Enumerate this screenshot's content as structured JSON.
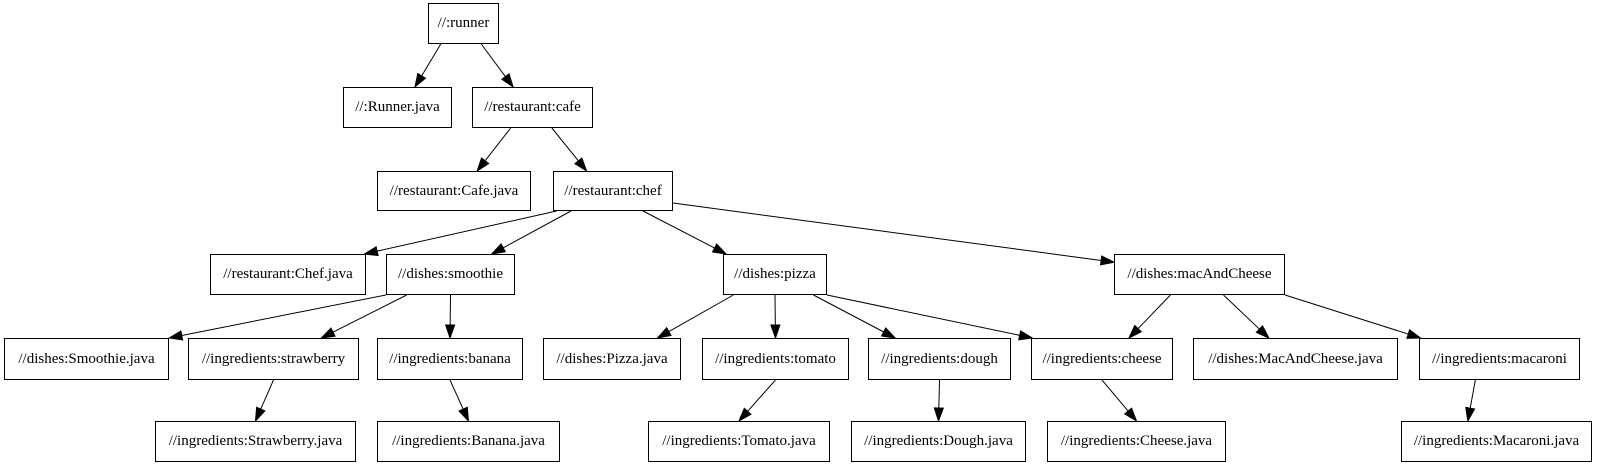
{
  "diagram": {
    "kind": "dependency-graph",
    "colors": {
      "background": "#ffffff",
      "node_fill": "#ffffff",
      "node_border": "#000000",
      "edge": "#000000",
      "text": "#000000"
    },
    "nodes": [
      {
        "id": "runner",
        "label": "//:runner"
      },
      {
        "id": "runner_java",
        "label": "//:Runner.java"
      },
      {
        "id": "cafe",
        "label": "//restaurant:cafe"
      },
      {
        "id": "cafe_java",
        "label": "//restaurant:Cafe.java"
      },
      {
        "id": "chef",
        "label": "//restaurant:chef"
      },
      {
        "id": "chef_java",
        "label": "//restaurant:Chef.java"
      },
      {
        "id": "smoothie",
        "label": "//dishes:smoothie"
      },
      {
        "id": "pizza",
        "label": "//dishes:pizza"
      },
      {
        "id": "macandcheese",
        "label": "//dishes:macAndCheese"
      },
      {
        "id": "smoothie_java",
        "label": "//dishes:Smoothie.java"
      },
      {
        "id": "strawberry",
        "label": "//ingredients:strawberry"
      },
      {
        "id": "banana",
        "label": "//ingredients:banana"
      },
      {
        "id": "pizza_java",
        "label": "//dishes:Pizza.java"
      },
      {
        "id": "tomato",
        "label": "//ingredients:tomato"
      },
      {
        "id": "dough",
        "label": "//ingredients:dough"
      },
      {
        "id": "cheese",
        "label": "//ingredients:cheese"
      },
      {
        "id": "macandcheese_java",
        "label": "//dishes:MacAndCheese.java"
      },
      {
        "id": "macaroni",
        "label": "//ingredients:macaroni"
      },
      {
        "id": "strawberry_java",
        "label": "//ingredients:Strawberry.java"
      },
      {
        "id": "banana_java",
        "label": "//ingredients:Banana.java"
      },
      {
        "id": "tomato_java",
        "label": "//ingredients:Tomato.java"
      },
      {
        "id": "dough_java",
        "label": "//ingredients:Dough.java"
      },
      {
        "id": "cheese_java",
        "label": "//ingredients:Cheese.java"
      },
      {
        "id": "macaroni_java",
        "label": "//ingredients:Macaroni.java"
      }
    ],
    "edges": [
      {
        "from": "runner",
        "to": "runner_java"
      },
      {
        "from": "runner",
        "to": "cafe"
      },
      {
        "from": "cafe",
        "to": "cafe_java"
      },
      {
        "from": "cafe",
        "to": "chef"
      },
      {
        "from": "chef",
        "to": "chef_java"
      },
      {
        "from": "chef",
        "to": "smoothie"
      },
      {
        "from": "chef",
        "to": "pizza"
      },
      {
        "from": "chef",
        "to": "macandcheese"
      },
      {
        "from": "smoothie",
        "to": "smoothie_java"
      },
      {
        "from": "smoothie",
        "to": "strawberry"
      },
      {
        "from": "smoothie",
        "to": "banana"
      },
      {
        "from": "pizza",
        "to": "pizza_java"
      },
      {
        "from": "pizza",
        "to": "tomato"
      },
      {
        "from": "pizza",
        "to": "dough"
      },
      {
        "from": "pizza",
        "to": "cheese"
      },
      {
        "from": "macandcheese",
        "to": "cheese"
      },
      {
        "from": "macandcheese",
        "to": "macandcheese_java"
      },
      {
        "from": "macandcheese",
        "to": "macaroni"
      },
      {
        "from": "strawberry",
        "to": "strawberry_java"
      },
      {
        "from": "banana",
        "to": "banana_java"
      },
      {
        "from": "tomato",
        "to": "tomato_java"
      },
      {
        "from": "dough",
        "to": "dough_java"
      },
      {
        "from": "cheese",
        "to": "cheese_java"
      },
      {
        "from": "macaroni",
        "to": "macaroni_java"
      }
    ]
  }
}
